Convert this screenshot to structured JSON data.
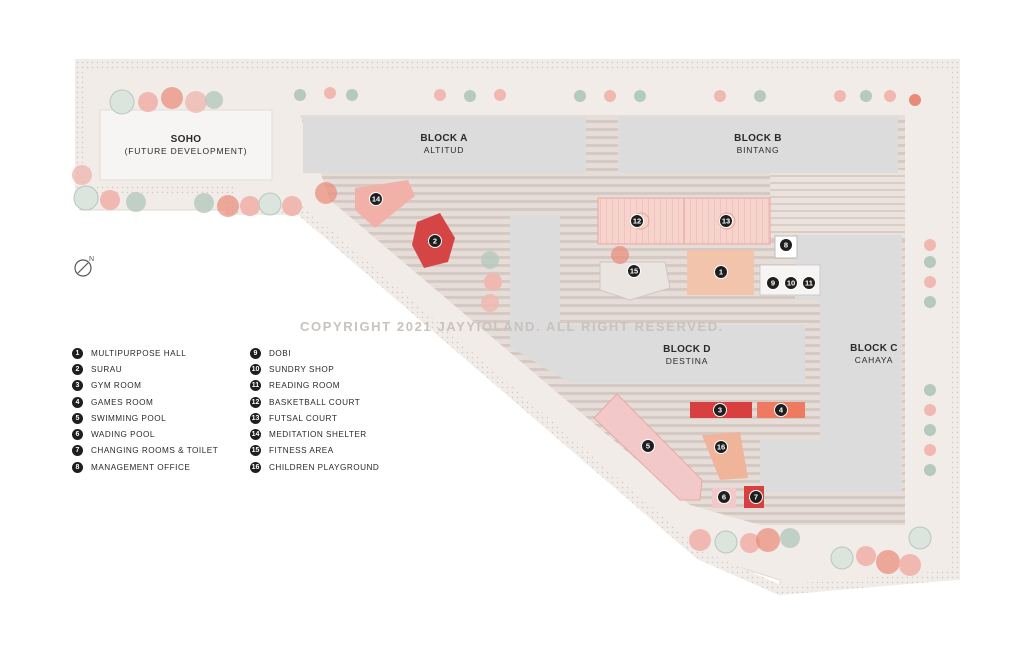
{
  "blocks": {
    "soho": {
      "name": "SOHO",
      "sub": "(FUTURE DEVELOPMENT)"
    },
    "block_a": {
      "name": "BLOCK A",
      "sub": "ALTITUD"
    },
    "block_b": {
      "name": "BLOCK B",
      "sub": "BINTANG"
    },
    "block_c": {
      "name": "BLOCK C",
      "sub": "CAHAYA"
    },
    "block_d": {
      "name": "BLOCK D",
      "sub": "DESTINA"
    }
  },
  "copyright": "COPYRIGHT 2021 JAYYIOLAND. ALL RIGHT RESERVED.",
  "north_icon": "north-arrow-icon",
  "facilities": [
    {
      "num": "1",
      "label": "MULTIPURPOSE HALL"
    },
    {
      "num": "2",
      "label": "SURAU"
    },
    {
      "num": "3",
      "label": "GYM ROOM"
    },
    {
      "num": "4",
      "label": "GAMES ROOM"
    },
    {
      "num": "5",
      "label": "SWIMMING POOL"
    },
    {
      "num": "6",
      "label": "WADING POOL"
    },
    {
      "num": "7",
      "label": "CHANGING ROOMS & TOILET"
    },
    {
      "num": "8",
      "label": "MANAGEMENT OFFICE"
    },
    {
      "num": "9",
      "label": "DOBI"
    },
    {
      "num": "10",
      "label": "SUNDRY SHOP"
    },
    {
      "num": "11",
      "label": "READING ROOM"
    },
    {
      "num": "12",
      "label": "BASKETBALL COURT"
    },
    {
      "num": "13",
      "label": "FUTSAL COURT"
    },
    {
      "num": "14",
      "label": "MEDITATION SHELTER"
    },
    {
      "num": "15",
      "label": "FITNESS AREA"
    },
    {
      "num": "16",
      "label": "CHILDREN PLAYGROUND"
    }
  ],
  "colors": {
    "site": "#efeae6",
    "building": "#dcdcdc",
    "pool": "#f2c9c8",
    "salmon": "#f0b49a",
    "red": "#d7403f",
    "marker": "#1e1e1e",
    "tree_green": "#b5c9bd",
    "tree_pink": "#f0b8b0",
    "tree_red": "#e98a78"
  }
}
